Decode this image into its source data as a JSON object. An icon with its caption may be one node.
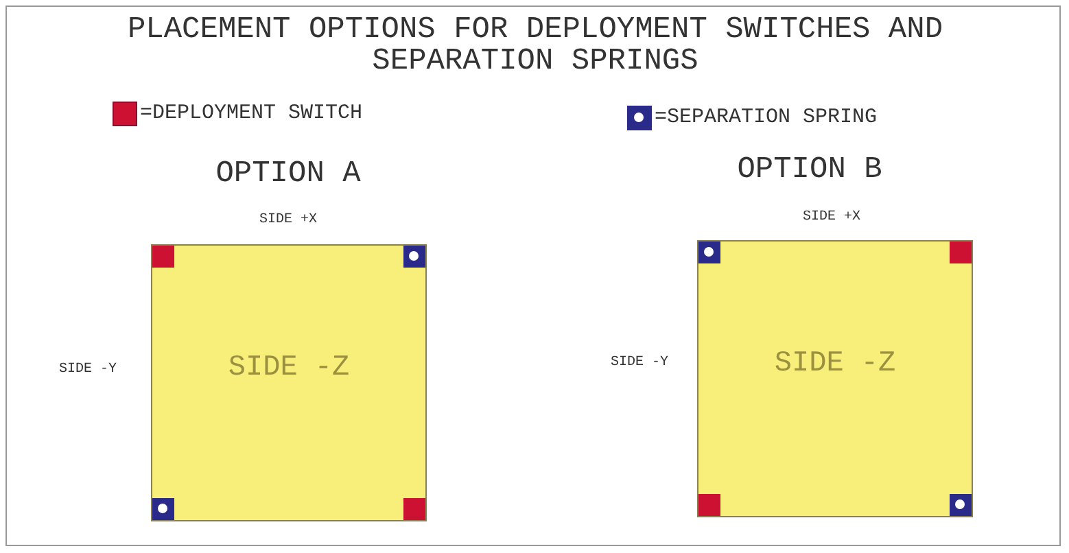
{
  "diagram": {
    "title": "PLACEMENT OPTIONS FOR DEPLOYMENT SWITCHES AND SEPARATION SPRINGS",
    "nodes": [
      {
        "text": [
          "SIDE -Z"
        ]
      },
      {
        "text": [
          "SIDE -Z"
        ]
      }
    ],
    "edges": [],
    "labels": [
      "OPTION A",
      "SIDE +X",
      "SIDE -Y",
      "OPTION B",
      "SIDE +X",
      "SIDE -Y"
    ],
    "legend": [
      {
        "text": "=DEPLOYMENT SWITCH",
        "color": "#cc1133"
      },
      {
        "text": "=SEPARATION SPRING"
      }
    ]
  }
}
